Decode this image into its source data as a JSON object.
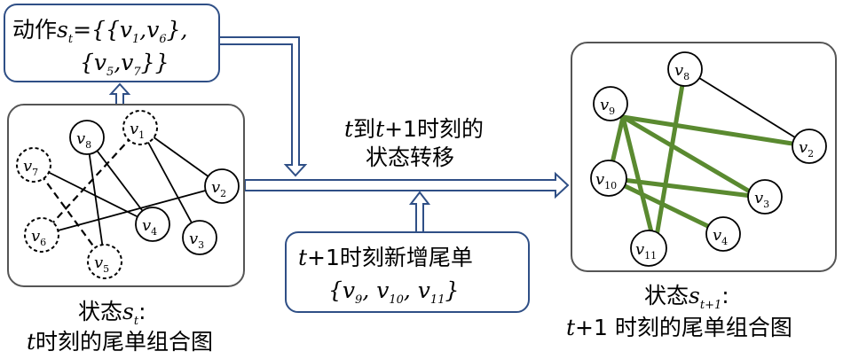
{
  "action_box": {
    "line1_prefix": "动作",
    "line1_math": "s",
    "line1_sub": "t",
    "line1_rest": "={{v",
    "line1_s1": "1",
    "line1_c": ",v",
    "line1_s2": "6",
    "line1_end": "},",
    "line2_open": "{v",
    "line2_s1": "5",
    "line2_c": ",v",
    "line2_s2": "7",
    "line2_end": "}}"
  },
  "transition": {
    "line1_t": "t",
    "line1_mid": "到",
    "line1_t2": "t",
    "line1_rest": "+1时刻的",
    "line2": "状态转移"
  },
  "new_orders": {
    "line1_t": "t",
    "line1_rest": "+1时刻新增尾单",
    "line2_open": "{v",
    "s9": "9",
    "c1": ", v",
    "s10": "10",
    "c2": ", v",
    "s11": "11",
    "line2_end": "}"
  },
  "left_caption": {
    "line1_prefix": "状态",
    "line1_math": "s",
    "line1_sub": "t",
    "line1_colon": ":",
    "line2_t": "t",
    "line2_rest": "时刻的尾单组合图"
  },
  "right_caption": {
    "line1_prefix": "状态",
    "line1_math": "s",
    "line1_sub": "t+1",
    "line1_colon": ":",
    "line2_t": "t",
    "line2_rest": "+1 时刻的尾单组合图"
  },
  "left_graph": {
    "nodes": [
      {
        "v": "v",
        "sub": "8"
      },
      {
        "v": "v",
        "sub": "1"
      },
      {
        "v": "v",
        "sub": "7"
      },
      {
        "v": "v",
        "sub": "2"
      },
      {
        "v": "v",
        "sub": "4"
      },
      {
        "v": "v",
        "sub": "6"
      },
      {
        "v": "v",
        "sub": "3"
      },
      {
        "v": "v",
        "sub": "5"
      }
    ]
  },
  "right_graph": {
    "nodes": [
      {
        "v": "v",
        "sub": "8"
      },
      {
        "v": "v",
        "sub": "9"
      },
      {
        "v": "v",
        "sub": "2"
      },
      {
        "v": "v",
        "sub": "10"
      },
      {
        "v": "v",
        "sub": "3"
      },
      {
        "v": "v",
        "sub": "4"
      },
      {
        "v": "v",
        "sub": "11"
      }
    ]
  },
  "colors": {
    "frame_gray": "#555555",
    "box_blue": "#2f4f86",
    "edge_green": "#5a8a30"
  }
}
